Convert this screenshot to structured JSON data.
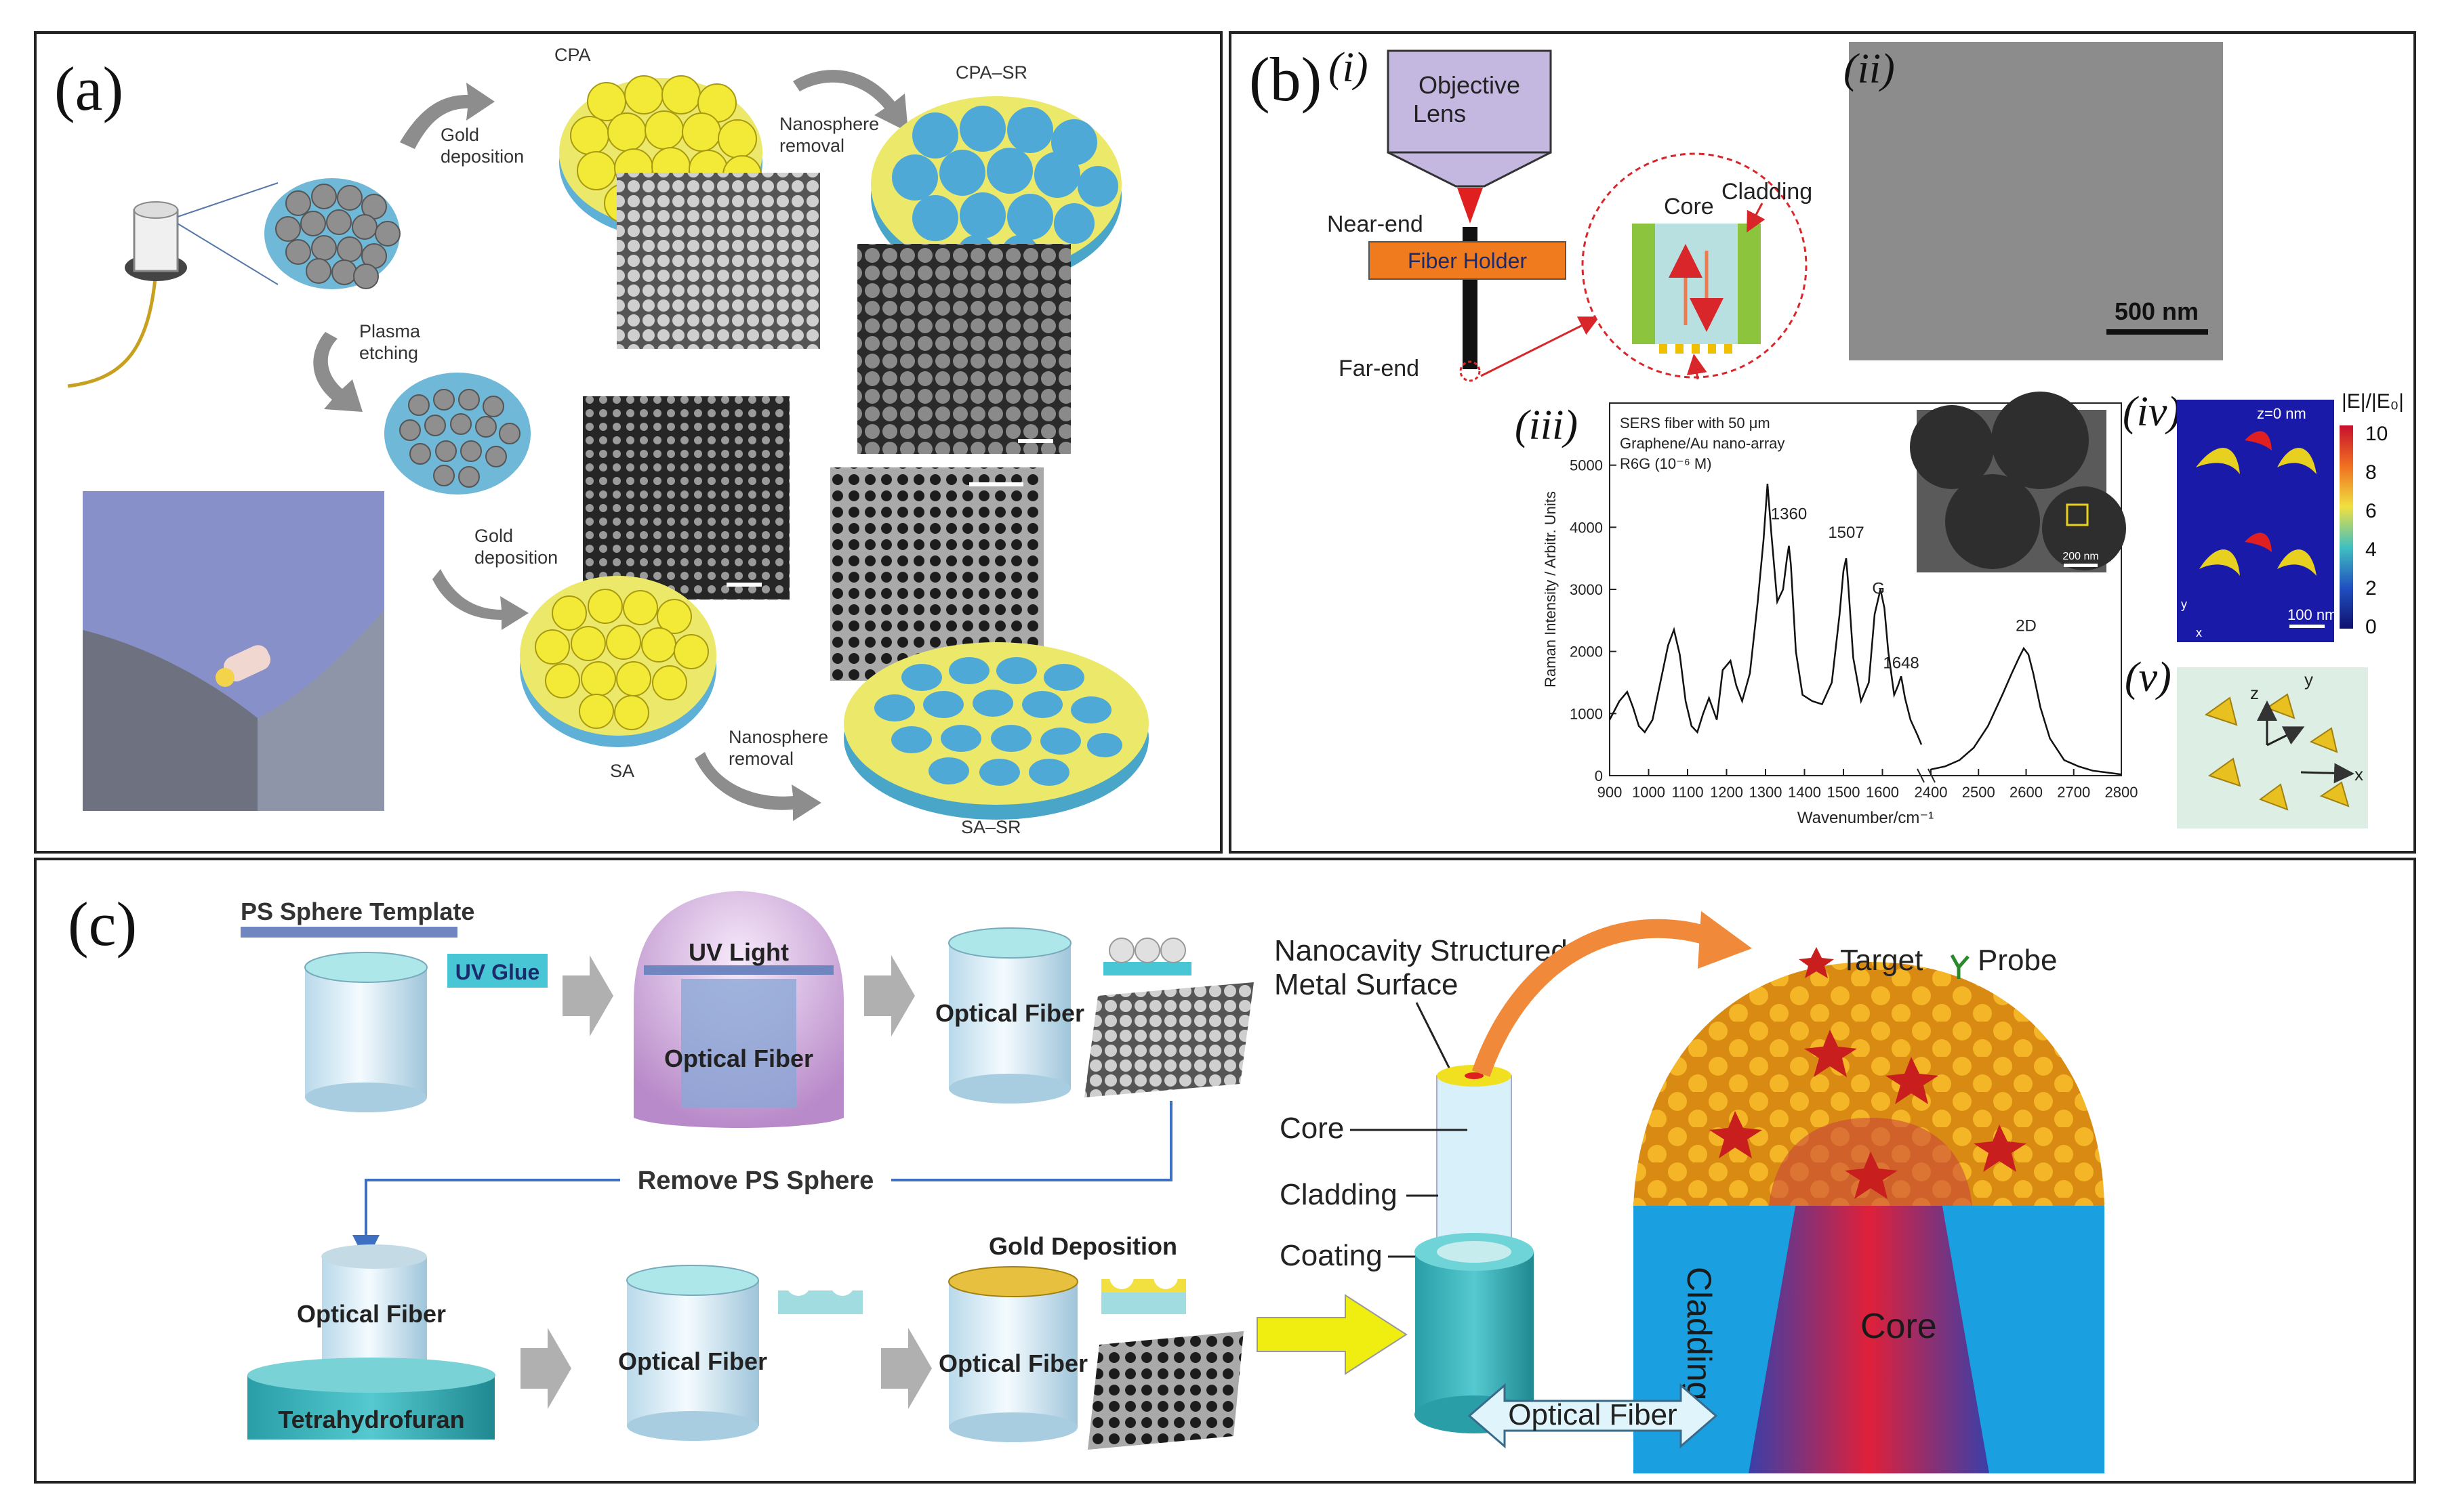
{
  "panel_a": {
    "letter": "(a)",
    "cpa": "CPA",
    "cpa_sr": "CPA–SR",
    "gold1_l1": "Gold",
    "gold1_l2": "deposition",
    "nano1_l1": "Nanosphere",
    "nano1_l2": "removal",
    "plasma_l1": "Plasma",
    "plasma_l2": "etching",
    "gold2_l1": "Gold",
    "gold2_l2": "deposition",
    "sa": "SA",
    "sa_sr": "SA–SR",
    "nano2_l1": "Nanosphere",
    "nano2_l2": "removal"
  },
  "panel_b": {
    "letter": "(b)",
    "sub_i": "(i)",
    "sub_ii": "(ii)",
    "sub_iii": "(iii)",
    "sub_iv": "(iv)",
    "sub_v": "(v)",
    "objective_l1": "Objective",
    "objective_l2": "Lens",
    "near_end": "Near-end",
    "fiber_holder": "Fiber Holder",
    "far_end": "Far-end",
    "core": "Core",
    "cladding": "Cladding",
    "scale_500": "500 nm",
    "legend_l1": "SERS fiber with 50 μm",
    "legend_l2": "Graphene/Au nano-array",
    "legend_l3": "R6G (10⁻⁶ M)",
    "inset_scale": "200 nm",
    "iv_z": "z=0 nm",
    "iv_scale": "100 nm",
    "iv_x": "x",
    "iv_y": "y",
    "colorbar_title": "|E|/|E₀|",
    "colorbar_ticks": [
      "10",
      "8",
      "6",
      "4",
      "2",
      "0"
    ],
    "v_x": "x",
    "v_y": "y",
    "v_z": "z"
  },
  "chart_data": {
    "type": "line",
    "xlabel": "Wavenumber/cm⁻¹",
    "ylabel": "Raman Intensity / Arbitr. Units",
    "x_ticks": [
      "900",
      "1000",
      "1100",
      "1200",
      "1300",
      "1400",
      "1500",
      "1600",
      "2400",
      "2500",
      "2600",
      "2700",
      "2800"
    ],
    "y_ticks": [
      "0",
      "1000",
      "2000",
      "3000",
      "4000",
      "5000"
    ],
    "ylim": [
      0,
      6000
    ],
    "x_segments": [
      [
        900,
        1700
      ],
      [
        2400,
        2800
      ]
    ],
    "peak_labels": [
      {
        "label": "1360",
        "x": 1360,
        "y": 4000
      },
      {
        "label": "1507",
        "x": 1507,
        "y": 3700
      },
      {
        "label": "G",
        "x": 1590,
        "y": 2800
      },
      {
        "label": "1648",
        "x": 1648,
        "y": 1600
      },
      {
        "label": "2D",
        "x": 2600,
        "y": 2200
      }
    ],
    "series": [
      {
        "x": [
          900,
          925,
          945,
          960,
          975,
          990,
          1010,
          1030,
          1050,
          1065,
          1080,
          1095,
          1110,
          1125,
          1140,
          1155,
          1175,
          1190,
          1210,
          1225,
          1240,
          1260,
          1280,
          1295,
          1305,
          1315,
          1330,
          1345,
          1355,
          1360,
          1365,
          1378,
          1395,
          1420,
          1445,
          1470,
          1490,
          1500,
          1507,
          1512,
          1525,
          1545,
          1565,
          1580,
          1595,
          1605,
          1615,
          1630,
          1640,
          1648,
          1658,
          1672,
          1690,
          1700,
          2400,
          2430,
          2460,
          2490,
          2520,
          2550,
          2570,
          2585,
          2595,
          2605,
          2615,
          2630,
          2650,
          2680,
          2710,
          2740,
          2770,
          2800
        ],
        "y": [
          900,
          1200,
          1350,
          1100,
          800,
          700,
          900,
          1500,
          2100,
          2350,
          1950,
          1200,
          800,
          700,
          1000,
          1250,
          900,
          1700,
          1850,
          1450,
          1200,
          1650,
          2800,
          3800,
          4700,
          3900,
          2800,
          3000,
          3500,
          3700,
          3400,
          2000,
          1300,
          1200,
          1150,
          1500,
          2600,
          3300,
          3500,
          3100,
          1900,
          1200,
          1500,
          2600,
          3000,
          2700,
          2000,
          1300,
          1450,
          1600,
          1250,
          900,
          650,
          500,
          100,
          150,
          250,
          450,
          800,
          1300,
          1650,
          1900,
          2050,
          1950,
          1650,
          1100,
          600,
          250,
          150,
          80,
          50,
          20
        ]
      }
    ]
  },
  "panel_c": {
    "letter": "(c)",
    "ps_template": "PS Sphere Template",
    "uv_glue": "UV Glue",
    "uv_light": "UV Light",
    "optical_fiber_1": "Optical Fiber",
    "optical_fiber_2": "Optical Fiber",
    "remove_ps": "Remove PS Sphere",
    "optical_fiber_3": "Optical Fiber",
    "tetrahydrofuran": "Tetrahydrofuran",
    "optical_fiber_4": "Optical Fiber",
    "gold_deposition": "Gold Deposition",
    "optical_fiber_5": "Optical Fiber",
    "nanocavity_l1": "Nanocavity Structured",
    "nanocavity_l2": "Metal Surface",
    "core": "Core",
    "cladding": "Cladding",
    "coating": "Coating",
    "optical_fiber_6": "Optical Fiber",
    "target": "Target",
    "probe": "Probe",
    "cladding_big": "Cladding",
    "core_big": "Core"
  }
}
